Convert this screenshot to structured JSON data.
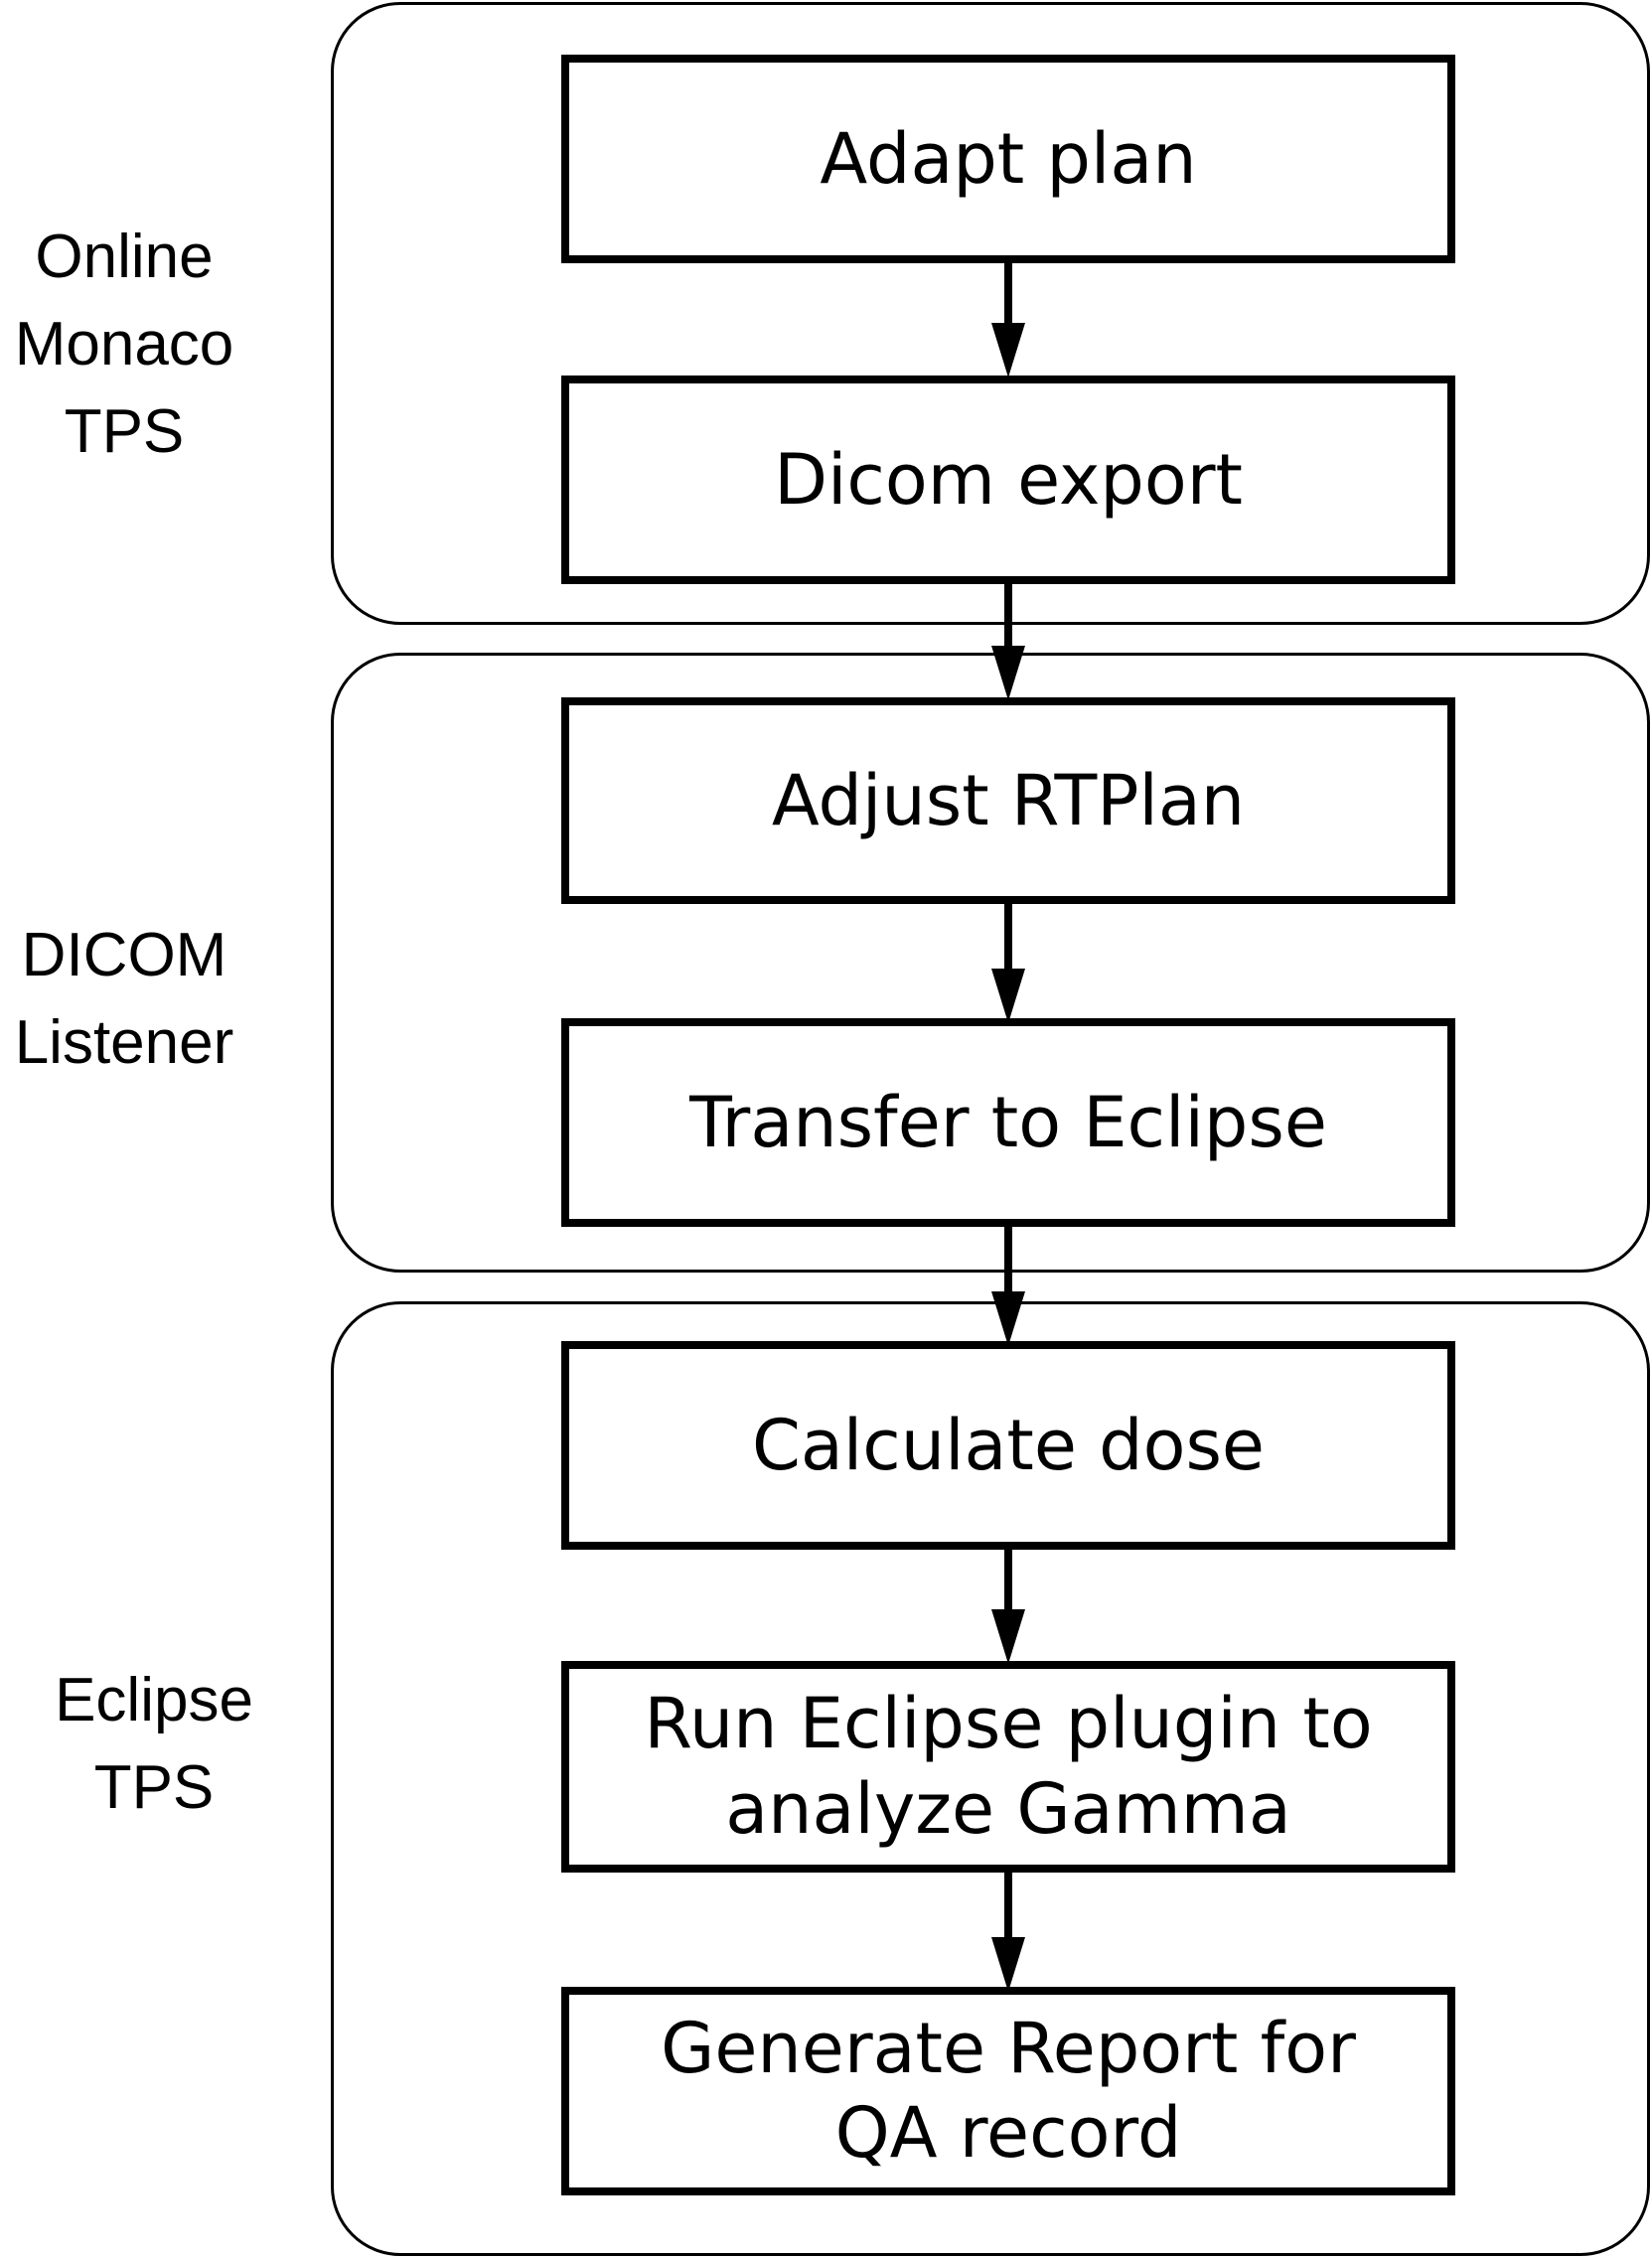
{
  "groups": [
    {
      "label": "Online\nMonaco\nTPS",
      "steps": [
        "Adapt plan",
        "Dicom export"
      ]
    },
    {
      "label": "DICOM\nListener",
      "steps": [
        "Adjust RTPlan",
        "Transfer to Eclipse"
      ]
    },
    {
      "label": "Eclipse\nTPS",
      "steps": [
        "Calculate dose",
        "Run Eclipse plugin to\nanalyze Gamma",
        "Generate Report for\nQA record"
      ]
    }
  ]
}
